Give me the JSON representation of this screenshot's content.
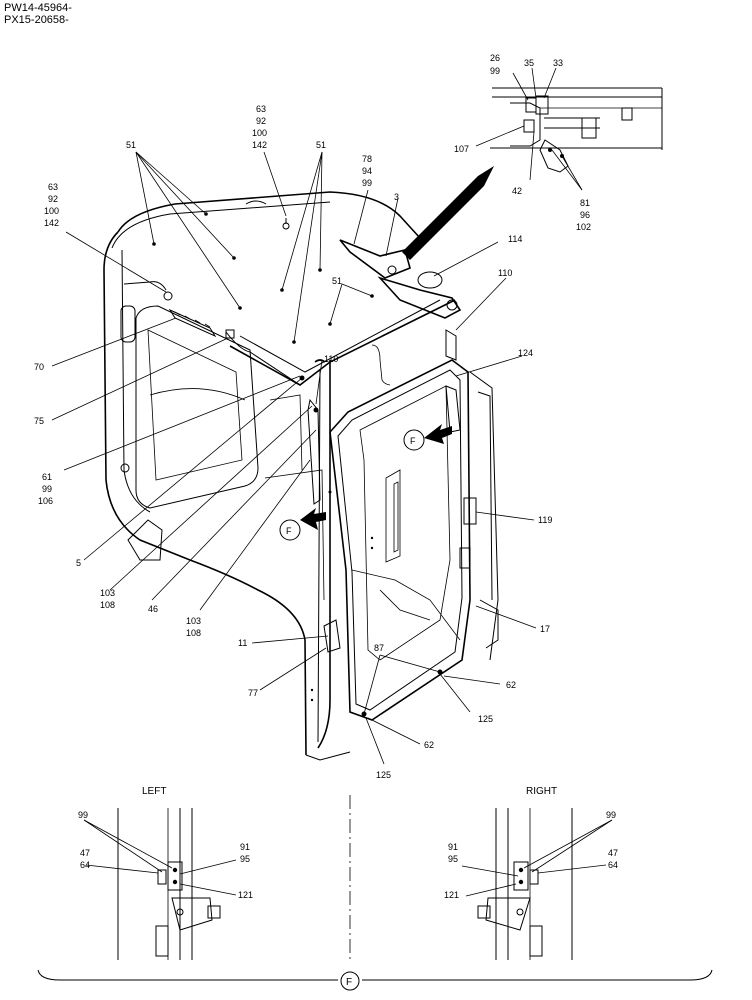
{
  "header": {
    "line1": "PW14-45964-",
    "line2": "PX15-20658-"
  },
  "detail": {
    "left_title": "LEFT",
    "right_title": "RIGHT",
    "view_marker": "F"
  },
  "labels": {
    "l_26": "26",
    "l_99a": "99",
    "l_35": "35",
    "l_33": "33",
    "l_107": "107",
    "l_42": "42",
    "l_81": "81",
    "l_96": "96",
    "l_102": "102",
    "l_63a": "63",
    "l_92a": "92",
    "l_100a": "100",
    "l_142a": "142",
    "l_63b": "63",
    "l_92b": "92",
    "l_100b": "100",
    "l_142b": "142",
    "l_51a": "51",
    "l_51b": "51",
    "l_51c": "51",
    "l_78": "78",
    "l_94": "94",
    "l_99b": "99",
    "l_3": "3",
    "l_114": "114",
    "l_110a": "110",
    "l_110b": "110",
    "l_124": "124",
    "l_70": "70",
    "l_75": "75",
    "l_61": "61",
    "l_99c": "99",
    "l_106": "106",
    "l_5": "5",
    "l_103a": "103",
    "l_108a": "108",
    "l_46": "46",
    "l_103b": "103",
    "l_108b": "108",
    "l_119": "119",
    "l_17": "17",
    "l_11": "11",
    "l_77": "77",
    "l_87": "87",
    "l_62a": "62",
    "l_125a": "125",
    "l_62b": "62",
    "l_125b": "125",
    "l_F1": "F",
    "l_F2": "F",
    "d_99L": "99",
    "d_47L": "47",
    "d_64L": "64",
    "d_91L": "91",
    "d_95L": "95",
    "d_121L": "121",
    "d_99R": "99",
    "d_91R": "91",
    "d_95R": "95",
    "d_47R": "47",
    "d_64R": "64",
    "d_121R": "121"
  }
}
